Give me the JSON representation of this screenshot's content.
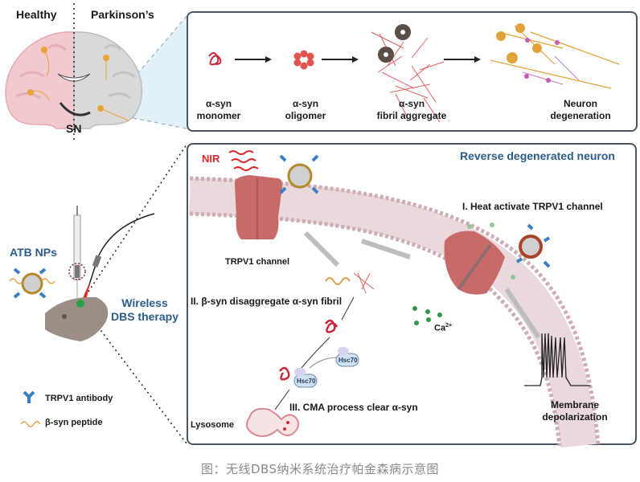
{
  "brain_panel": {
    "healthy_label": "Healthy",
    "parkinsons_label": "Parkinson’s",
    "region_label": "SN"
  },
  "progression_panel": {
    "stages": [
      {
        "line1": "α-syn",
        "line2": "monomer"
      },
      {
        "line1": "α-syn",
        "line2": "oligomer"
      },
      {
        "line1": "α-syn",
        "line2": "fibril aggregate"
      },
      {
        "line1": "Neuron",
        "line2": "degeneration"
      }
    ]
  },
  "therapy_panel": {
    "nanoparticle_label": "ATB NPs",
    "therapy_line1": "Wireless",
    "therapy_line2": "DBS therapy",
    "legend": [
      {
        "icon": "antibody-icon",
        "label": "TRPV1 antibody"
      },
      {
        "icon": "peptide-icon",
        "label": "β-syn peptide"
      }
    ]
  },
  "mechanism_panel": {
    "title": "Reverse degenerated neuron",
    "nir_label": "NIR",
    "channel_label": "TRPV1 channel",
    "step1": "I. Heat activate TRPV1 channel",
    "step2": "II. β-syn disaggregate α-syn fibril",
    "step3": "III. CMA process clear α-syn",
    "hsc70_label": "Hsc70",
    "hsc70_bound_label": "Hsc70",
    "calcium_label": "Ca",
    "calcium_sup": "2+",
    "lysosome_label": "Lysosome",
    "depolarization_line1": "Membrane",
    "depolarization_line2": "depolarization"
  },
  "colors": {
    "title_blue": "#2a5d8a",
    "nir_red": "#e0262b",
    "channel": "#c96a6a",
    "membrane_head": "#cfaeb3",
    "calcium": "#2e9a47",
    "antibody": "#3a7fc4",
    "peptide": "#e2a24c",
    "fibril": "#e05555"
  },
  "caption": "图：无线DBS纳米系统治疗帕金森病示意图"
}
